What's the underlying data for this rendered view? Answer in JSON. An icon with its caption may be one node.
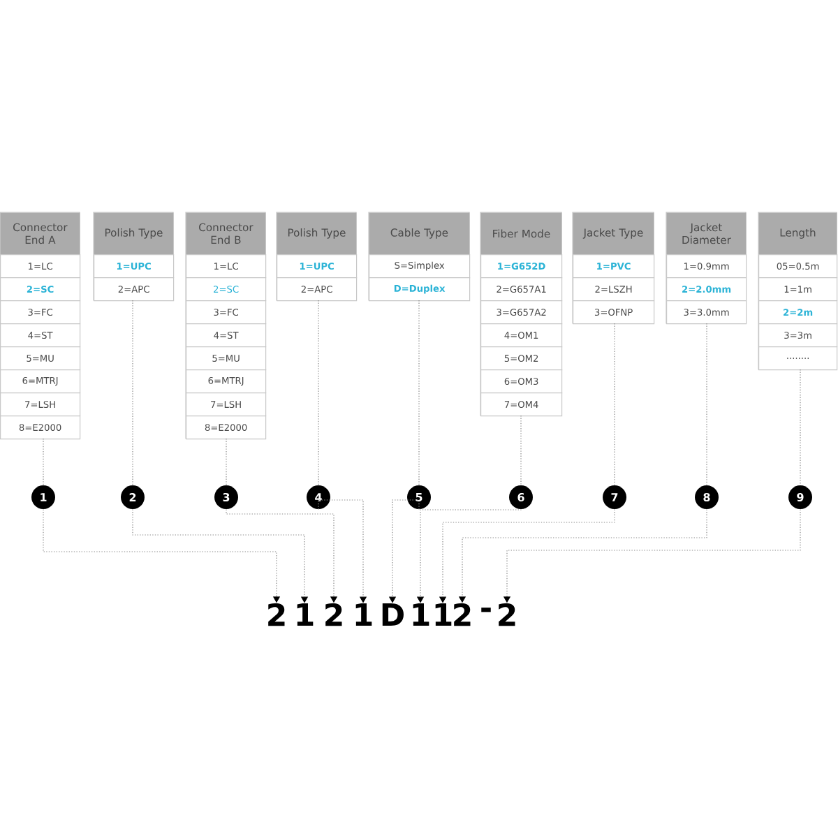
{
  "diagram": {
    "nodes": [
      {
        "text": [
          "Connector End A",
          "1=LC",
          "2=SC",
          "3=FC",
          "4=ST",
          "5=MU",
          "6=MTRJ",
          "7=LSH",
          "8=E2000"
        ]
      },
      {
        "text": [
          "Polish Type",
          "1=UPC",
          "2=APC"
        ]
      },
      {
        "text": [
          "Connector End B",
          "1=LC",
          "2=SC",
          "3=FC",
          "4=ST",
          "5=MU",
          "6=MTRJ",
          "7=LSH",
          "8=E2000"
        ]
      },
      {
        "text": [
          "Polish Type",
          "1=UPC",
          "2=APC"
        ]
      },
      {
        "text": [
          "Cable Type",
          "S=Simplex",
          "D=Duplex"
        ]
      },
      {
        "text": [
          "Fiber Mode",
          "1=G652D",
          "2=G657A1",
          "3=G657A2",
          "4=OM1",
          "5=OM2",
          "6=OM3",
          "7=OM4"
        ]
      },
      {
        "text": [
          "Jacket Type",
          "1=PVC",
          "2=LSZH",
          "3=OFNP"
        ]
      },
      {
        "text": [
          "Jacket Diameter",
          "1=0.9mm",
          "2=2.0mm",
          "3=3.0mm"
        ]
      },
      {
        "text": [
          "Length",
          "05=0.5m",
          "1=1m",
          "2=2m",
          "3=3m",
          "........"
        ]
      },
      {
        "text": [
          "1"
        ]
      },
      {
        "text": [
          "2"
        ]
      },
      {
        "text": [
          "3"
        ]
      },
      {
        "text": [
          "4"
        ]
      },
      {
        "text": [
          "5"
        ]
      },
      {
        "text": [
          "6"
        ]
      },
      {
        "text": [
          "7"
        ]
      },
      {
        "text": [
          "8"
        ]
      },
      {
        "text": [
          "9"
        ]
      },
      {
        "text": [
          "2"
        ]
      },
      {
        "text": [
          "1"
        ]
      },
      {
        "text": [
          "2"
        ]
      },
      {
        "text": [
          "1"
        ]
      },
      {
        "text": [
          "D"
        ]
      },
      {
        "text": [
          "1"
        ]
      },
      {
        "text": [
          "1"
        ]
      },
      {
        "text": [
          "2"
        ]
      },
      {
        "text": [
          "2"
        ]
      }
    ],
    "edges": [
      {
        "from": 0,
        "to": 9,
        "arrow": "none"
      },
      {
        "from": 1,
        "to": 10,
        "arrow": "none"
      },
      {
        "from": 2,
        "to": 11,
        "arrow": "none"
      },
      {
        "from": 3,
        "to": 12,
        "arrow": "none"
      },
      {
        "from": 4,
        "to": 13,
        "arrow": "none"
      },
      {
        "from": 5,
        "to": 14,
        "arrow": "none"
      },
      {
        "from": 6,
        "to": 15,
        "arrow": "none"
      },
      {
        "from": 7,
        "to": 16,
        "arrow": "none"
      },
      {
        "from": 8,
        "to": 17,
        "arrow": "none"
      },
      {
        "from": 9,
        "to": 18,
        "arrow": "to"
      },
      {
        "from": 10,
        "to": 19,
        "arrow": "to"
      },
      {
        "from": 11,
        "to": 20,
        "arrow": "to"
      },
      {
        "from": 12,
        "to": 21,
        "arrow": "to"
      },
      {
        "from": 13,
        "to": 22,
        "arrow": "to"
      },
      {
        "from": 14,
        "to": 23,
        "arrow": "to"
      },
      {
        "from": 15,
        "to": 24,
        "arrow": "to"
      },
      {
        "from": 16,
        "to": 25,
        "arrow": "to"
      },
      {
        "from": 17,
        "to": 26,
        "arrow": "to"
      }
    ],
    "labels": [
      "-"
    ]
  }
}
